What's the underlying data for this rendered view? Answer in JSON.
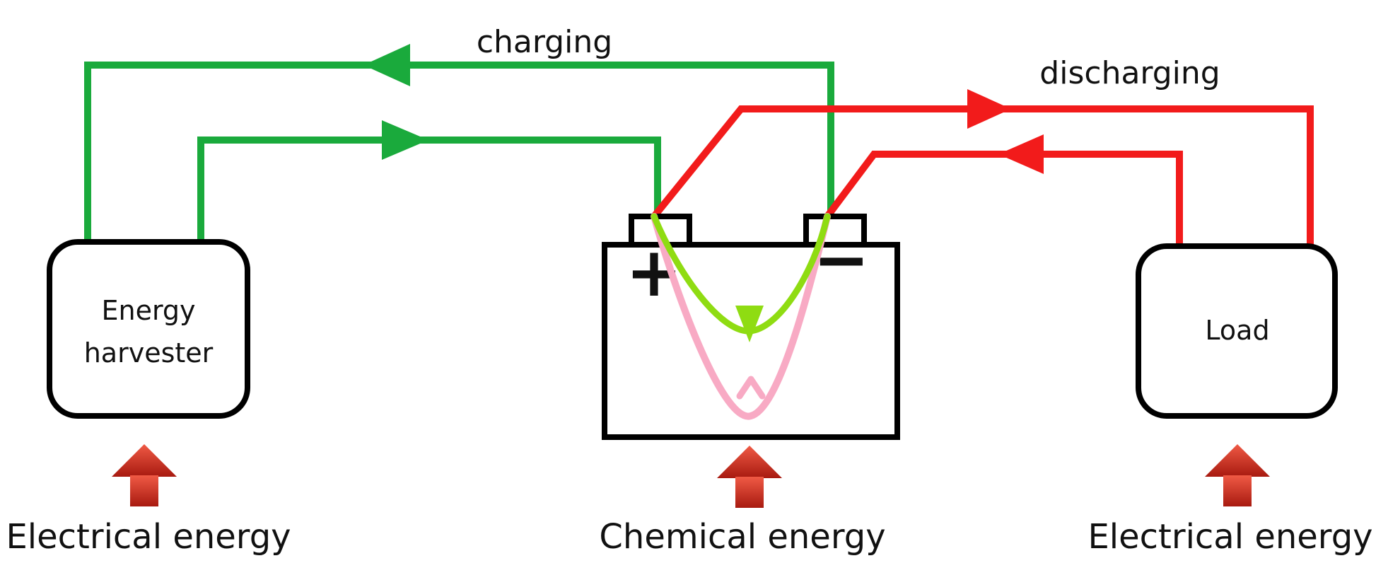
{
  "labels": {
    "charging": "charging",
    "discharging": "discharging",
    "harvester_line1": "Energy",
    "harvester_line2": "harvester",
    "load": "Load",
    "positive": "+",
    "negative": "−",
    "energy_left": "Electrical energy",
    "energy_middle": "Chemical energy",
    "energy_right": "Electrical energy"
  },
  "colors": {
    "charging_wire": "#1aaa3c",
    "discharging_wire": "#f21b1b",
    "charge_arc": "#8fdc12",
    "discharge_arc": "#f8aac4",
    "outline": "#000000",
    "energy_arrow": "#c42a1e"
  }
}
